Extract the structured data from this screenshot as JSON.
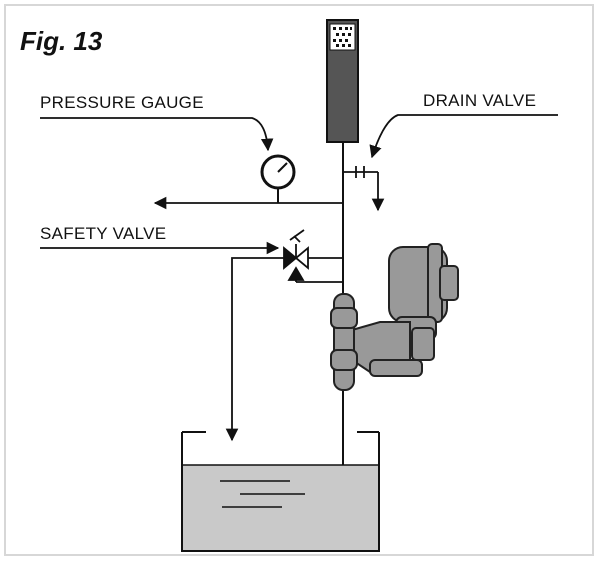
{
  "figure": {
    "title": "Fig. 13"
  },
  "labels": {
    "pressure_gauge": "PRESSURE GAUGE",
    "drain_valve": "DRAIN VALVE",
    "safety_valve": "SAFETY VALVE"
  },
  "colors": {
    "line": "#111111",
    "fill_gray": "#999999",
    "liquid": "#c9c9c9",
    "dark_body": "#555555"
  },
  "icons": {
    "gauge": "pressure-gauge-icon",
    "safety_valve": "safety-valve-icon",
    "drain_valve": "drain-valve-icon",
    "pump": "dosing-pump-icon",
    "tank": "tank-icon",
    "dampener": "pulsation-dampener-icon"
  }
}
